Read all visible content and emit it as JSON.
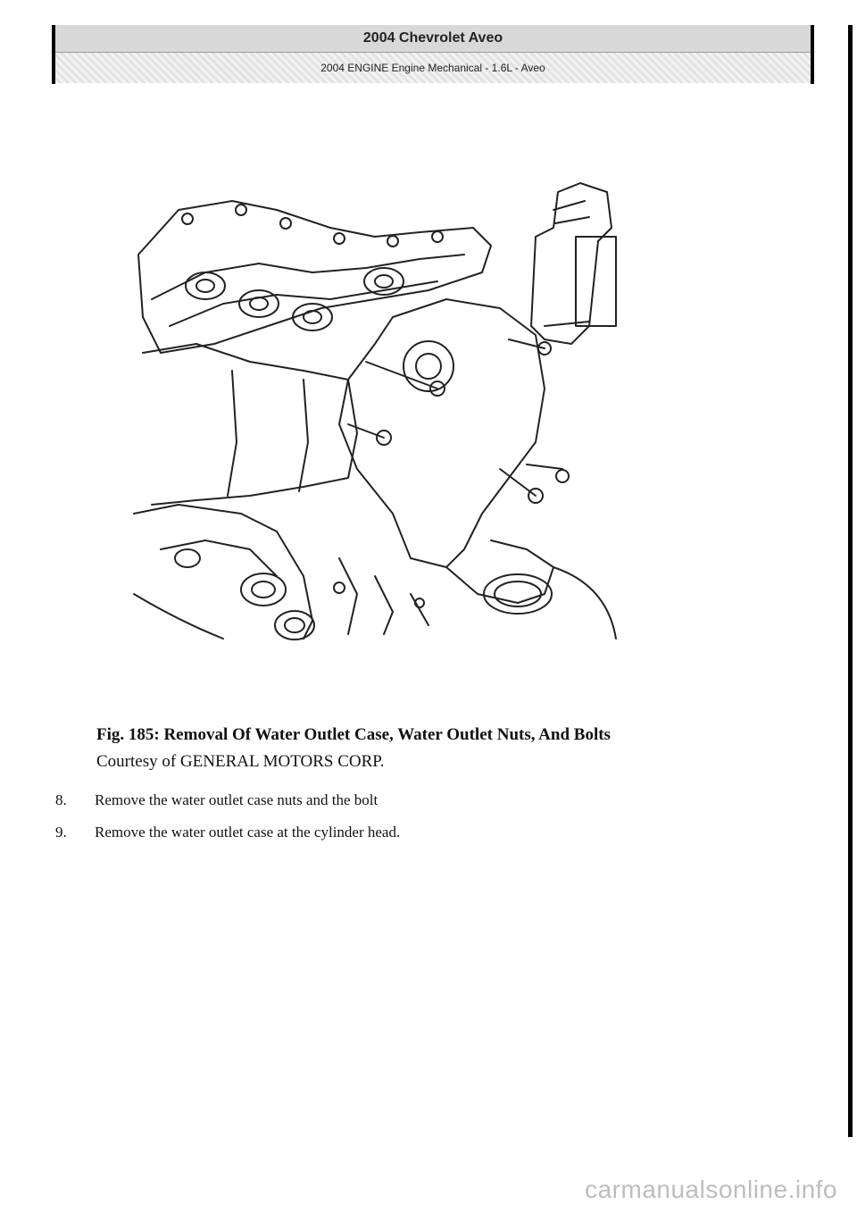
{
  "header": {
    "title": "2004 Chevrolet Aveo",
    "subtitle": "2004 ENGINE Engine Mechanical - 1.6L - Aveo"
  },
  "figure": {
    "title": "Fig. 185: Removal Of Water Outlet Case, Water Outlet Nuts, And Bolts",
    "credit": "Courtesy of GENERAL MOTORS CORP."
  },
  "steps": [
    {
      "number": "8.",
      "text": "Remove the water outlet case nuts and the bolt"
    },
    {
      "number": "9.",
      "text": "Remove the water outlet case at the cylinder head."
    }
  ],
  "watermark": "carmanualsonline.info"
}
